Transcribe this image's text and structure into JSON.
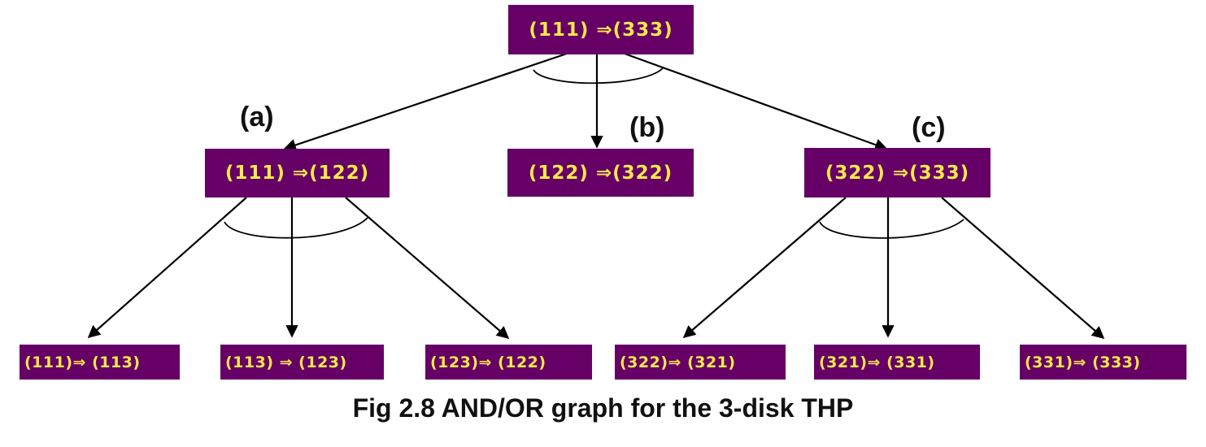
{
  "nodes": {
    "root": "(111) ⇒(333)",
    "a": "(111) ⇒(122)",
    "b": "(122) ⇒(322)",
    "c": "(322) ⇒(333)",
    "a1": "(111)⇒ (113)",
    "a2": "(113) ⇒ (123)",
    "a3": "(123)⇒ (122)",
    "c1": "(322)⇒ (321)",
    "c2": "(321)⇒ (331)",
    "c3": "(331)⇒ (333)"
  },
  "labels": {
    "a": "(a)",
    "b": "(b)",
    "c": "(c)"
  },
  "caption": "Fig 2.8 AND/OR graph for the 3-disk THP",
  "colors": {
    "node_fill": "#660066",
    "node_text": "#ffe94a",
    "edge": "#000000"
  }
}
